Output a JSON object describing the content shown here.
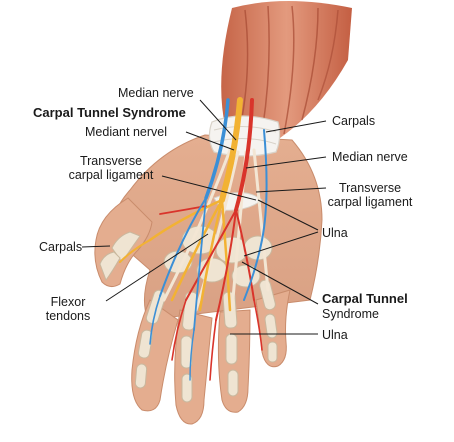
{
  "colors": {
    "skin": "#e9b99a",
    "skin_shadow": "#c98c6c",
    "muscle": "#c8674a",
    "muscle_light": "#e8a48a",
    "bone": "#efe4d2",
    "ligament": "#f3f1ee",
    "nerve": "#f2b233",
    "artery": "#d9342b",
    "vein": "#3b8fd6",
    "leader_line": "#1a1a1a"
  },
  "labels": {
    "median_nerve_top": "Median nerve",
    "title": "Carpal Tunnel Syndrome",
    "mediant_nervel": "Mediant nervel",
    "transverse_left_1": "Transverse",
    "transverse_left_2": "carpal ligament",
    "carpals_left": "Carpals",
    "flexor_1": "Flexor",
    "flexor_2": "tendons",
    "carpals_right": "Carpals",
    "median_nerve_right": "Median nerve",
    "transverse_right_1": "Transverse",
    "transverse_right_2": "carpal ligament",
    "ulna_right": "Ulna",
    "cts_right_1": "Carpal Tunnel",
    "cts_right_2": "Syndrome",
    "ulna_bottom": "Ulna"
  }
}
